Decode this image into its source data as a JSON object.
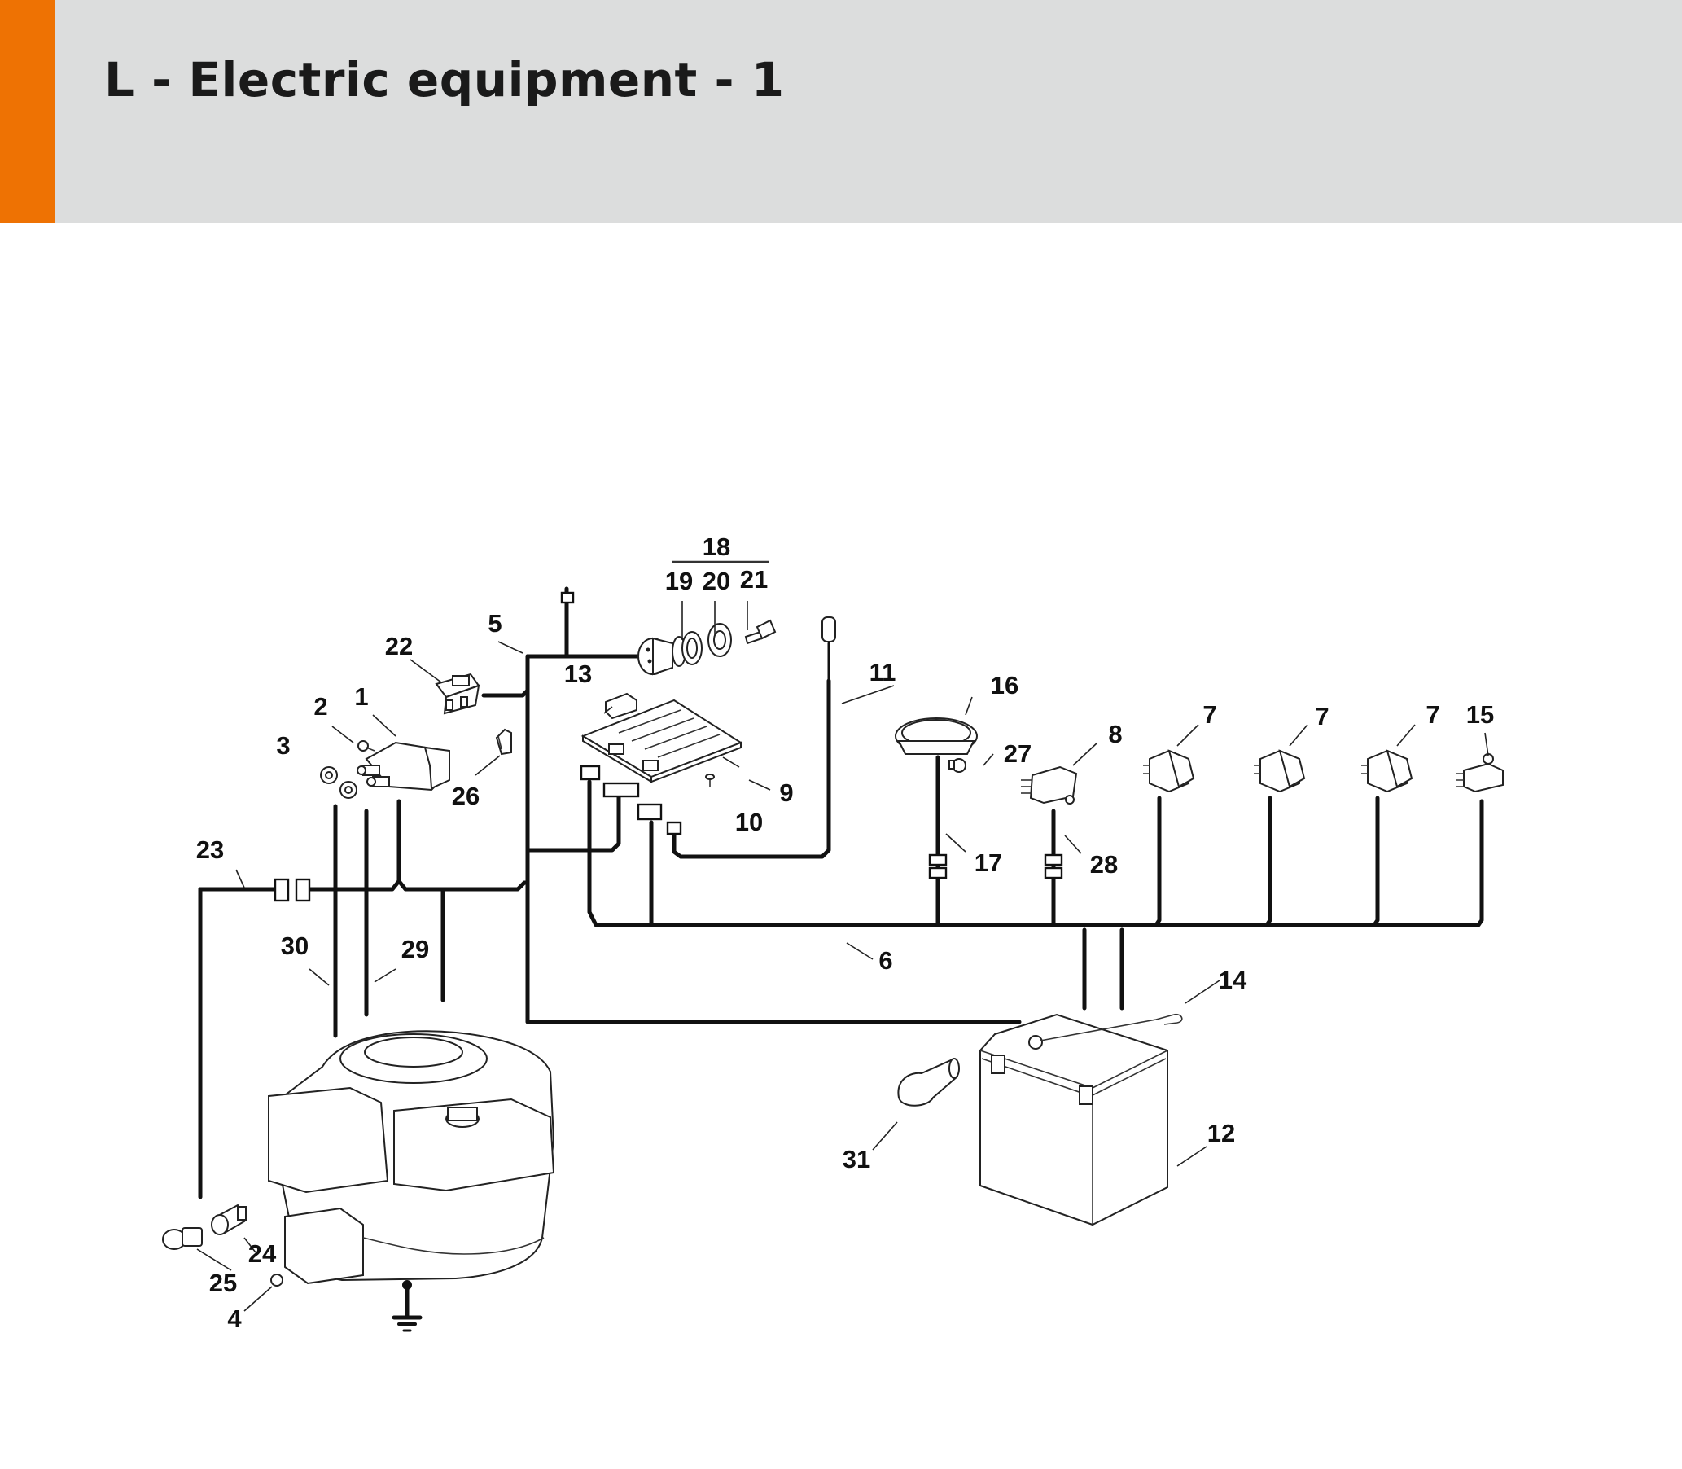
{
  "header": {
    "title": "L - Electric equipment - 1",
    "accent_color": "#ee7203",
    "band_color": "#dcdddd"
  },
  "diagram": {
    "labels": {
      "p1": "1",
      "p2": "2",
      "p3": "3",
      "p4": "4",
      "p5": "5",
      "p6": "6",
      "p7a": "7",
      "p7b": "7",
      "p7c": "7",
      "p8": "8",
      "p9": "9",
      "p10": "10",
      "p11": "11",
      "p12": "12",
      "p13": "13",
      "p14": "14",
      "p15": "15",
      "p16": "16",
      "p17": "17",
      "p18": "18",
      "p19": "19",
      "p20": "20",
      "p21": "21",
      "p22": "22",
      "p23": "23",
      "p24": "24",
      "p25": "25",
      "p26": "26",
      "p27": "27",
      "p28": "28",
      "p29": "29",
      "p30": "30",
      "p31": "31"
    }
  }
}
